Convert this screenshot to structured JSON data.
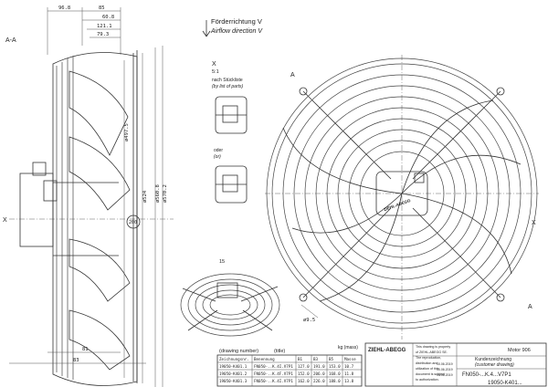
{
  "views": {
    "section_label": "A-A",
    "airflow_de": "Förderrichtung V",
    "airflow_en": "Airflow direction V",
    "axis_label": "X",
    "axis_label_right": "X",
    "cut_label_a": "A",
    "cut_label_a2": "A"
  },
  "dimensions": {
    "top": [
      "96.8",
      "85",
      "60.8",
      "121.1",
      "79.3"
    ],
    "diameters": [
      "ø497.5",
      "ø524",
      "ø560.8",
      "ø570.2"
    ],
    "gap": "200",
    "bottom": [
      "81",
      "83"
    ],
    "hole": "ø9.5"
  },
  "detail": {
    "label": "X",
    "scale": "5:1",
    "note_de": "nach Stückliste",
    "note_en": "(by list of parts)",
    "oder_de": "oder",
    "oder_en": "(or)"
  },
  "iso_view": {
    "label": "15"
  },
  "hub_label": "ZIEHL-ABEGG",
  "parts_table": {
    "header_de": [
      "Zeichnungsnr.",
      "Benennung",
      "B1",
      "B3",
      "B5",
      "Masse"
    ],
    "header_en_left": "(drawing number)",
    "header_en_mid": "(title)",
    "header_en_right": "kg (mass)",
    "rows": [
      [
        "19050-K401.1",
        "FN050-..K.4I.V7P1",
        "127.0",
        "191.0",
        "153.0",
        "10.7"
      ],
      [
        "19050-K401.2",
        "FN050-..K.4F.V7P1",
        "152.0",
        "206.0",
        "168.0",
        "11.8"
      ],
      [
        "19050-K401.3",
        "FN050-..K.4I.V7P1",
        "162.0",
        "226.0",
        "188.0",
        "13.8"
      ]
    ]
  },
  "title_block": {
    "company": "ZIEHL-ABEGG",
    "motor": "Motor 906",
    "doc_de": "Kundenzeichnung",
    "doc_en": "(customer drawing)",
    "model": "FN050-...K.4...V7P1",
    "number": "19050-K401...",
    "legal": [
      "This drawing is property",
      "of ZIEHL-ABEGG SE.",
      "The reproduction,",
      "distribution and",
      "utilization of this",
      "document is subject",
      "to authorization."
    ],
    "dates": [
      "10.06.2019",
      "10.06.2019",
      "10.06.2019"
    ]
  }
}
